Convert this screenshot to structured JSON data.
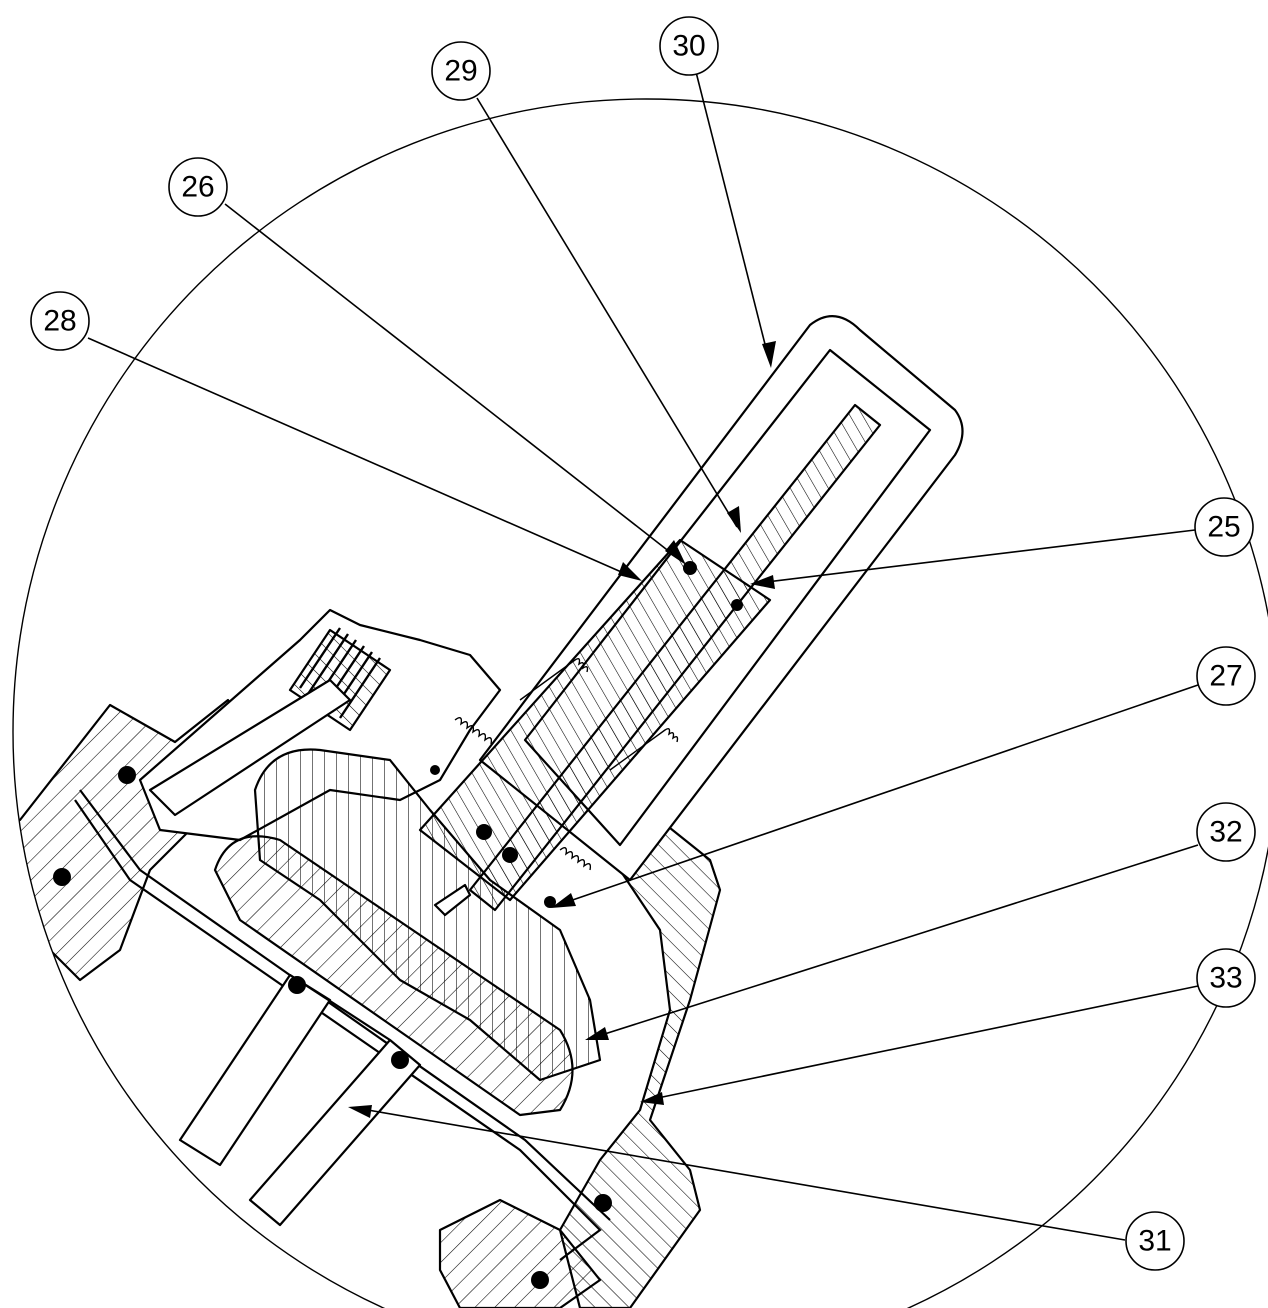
{
  "drawing": {
    "balloons": [
      {
        "id": "30",
        "label": "30"
      },
      {
        "id": "29",
        "label": "29"
      },
      {
        "id": "26",
        "label": "26"
      },
      {
        "id": "28",
        "label": "28"
      },
      {
        "id": "25",
        "label": "25"
      },
      {
        "id": "27",
        "label": "27"
      },
      {
        "id": "32",
        "label": "32"
      },
      {
        "id": "33",
        "label": "33"
      },
      {
        "id": "31",
        "label": "31"
      }
    ]
  }
}
